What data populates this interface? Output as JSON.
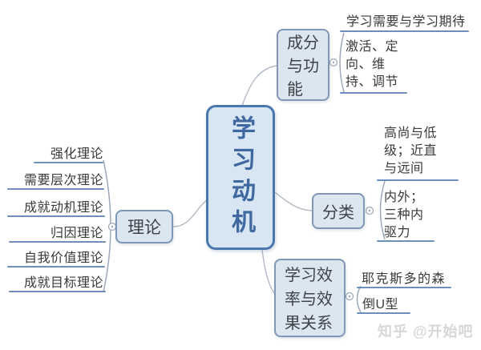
{
  "root": {
    "label": "学习动机"
  },
  "branches": {
    "components": {
      "label": "成分\n与功\n能",
      "children": [
        {
          "label": "学习需要与学习期待"
        },
        {
          "label": "激活、定\n向、维\n持、调节"
        }
      ]
    },
    "classification": {
      "label": "分类",
      "children": [
        {
          "label": "高尚与低\n级；近直\n与远间"
        },
        {
          "label": "内外；\n三种内\n驱力"
        }
      ]
    },
    "efficiency": {
      "label": "学习效\n率与效\n果关系",
      "children": [
        {
          "label": "耶克斯多的森"
        },
        {
          "label": "倒U型"
        }
      ]
    },
    "theory": {
      "label": "理论",
      "children": [
        {
          "label": "强化理论"
        },
        {
          "label": "需要层次理论"
        },
        {
          "label": "成就动机理论"
        },
        {
          "label": "归因理论"
        },
        {
          "label": "自我价值理论"
        },
        {
          "label": "成就目标理论"
        }
      ]
    }
  },
  "watermark": "知乎 @开始吧",
  "icons": {
    "collapse_control": "circle-with-dot"
  },
  "colors": {
    "root_fill": "#d8e5f3",
    "root_border": "#4a78ae",
    "root_text": "#3e689f",
    "branch_fill": "#dbe6f1",
    "branch_border": "#8197b6",
    "underline": "#6d8fbd",
    "connector": "#b2bac6",
    "bracket": "#9fa9b8",
    "leaf_text": "#3a3a3a",
    "watermark_text": "#d7d7d7"
  }
}
